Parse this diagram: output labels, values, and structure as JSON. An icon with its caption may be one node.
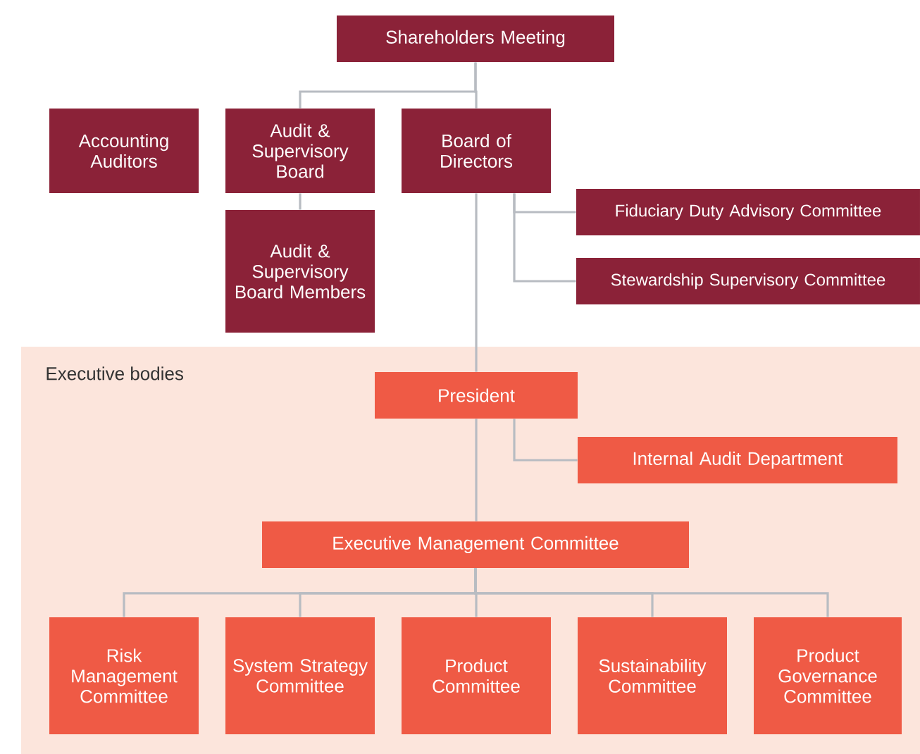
{
  "diagram": {
    "nodes": [
      {
        "text": [
          "Shareholders Meeting"
        ]
      },
      {
        "text": [
          "Accounting Auditors"
        ]
      },
      {
        "text": [
          "Audit & Supervisory Board"
        ]
      },
      {
        "text": [
          "Board of Directors"
        ]
      },
      {
        "text": [
          "Audit & Supervisory Board Members"
        ]
      },
      {
        "text": [
          "Fiduciary Duty Advisory Committee"
        ]
      },
      {
        "text": [
          "Stewardship Supervisory Committee"
        ]
      },
      {
        "text": [
          "Executive bodies"
        ]
      },
      {
        "text": [
          "President"
        ],
        "in": 7
      },
      {
        "text": [
          "Internal Audit Department"
        ],
        "in": 7
      },
      {
        "text": [
          "Executive Management Committee"
        ],
        "in": 7
      },
      {
        "text": [
          "Risk Management Committee"
        ],
        "in": 7
      },
      {
        "text": [
          "System Strategy Committee"
        ],
        "in": 7
      },
      {
        "text": [
          "Product Committee"
        ],
        "in": 7
      },
      {
        "text": [
          "Sustainability Committee"
        ],
        "in": 7
      },
      {
        "text": [
          "Product Governance Committee"
        ],
        "in": 7
      }
    ],
    "edges": [
      {
        "from": 0,
        "to": 2,
        "arrow": "none"
      },
      {
        "from": 0,
        "to": 3,
        "arrow": "none"
      },
      {
        "from": 2,
        "to": 4,
        "arrow": "none"
      },
      {
        "from": 3,
        "to": 5,
        "arrow": "none"
      },
      {
        "from": 3,
        "to": 6,
        "arrow": "none"
      },
      {
        "from": 3,
        "to": 8,
        "arrow": "none"
      },
      {
        "from": 8,
        "to": 9,
        "arrow": "none"
      },
      {
        "from": 8,
        "to": 10,
        "arrow": "none"
      },
      {
        "from": 10,
        "to": 11,
        "arrow": "none"
      },
      {
        "from": 10,
        "to": 12,
        "arrow": "none"
      },
      {
        "from": 10,
        "to": 13,
        "arrow": "none"
      },
      {
        "from": 10,
        "to": 14,
        "arrow": "none"
      },
      {
        "from": 10,
        "to": 15,
        "arrow": "none"
      }
    ]
  }
}
